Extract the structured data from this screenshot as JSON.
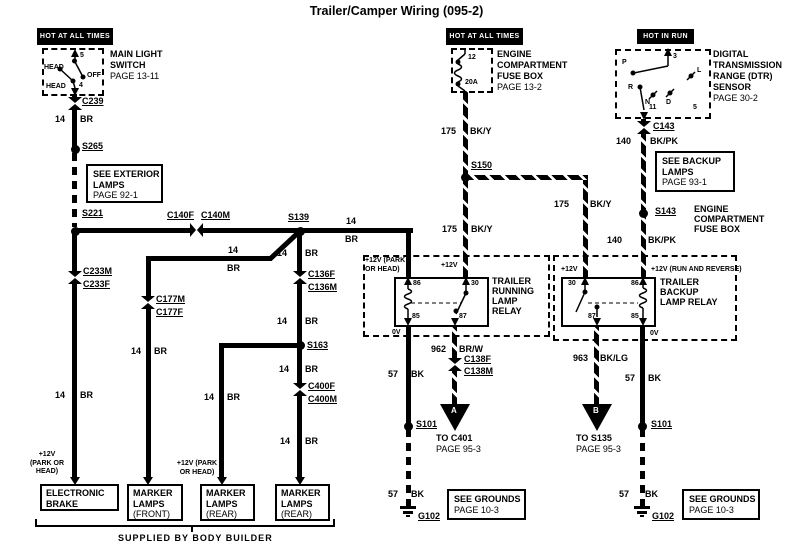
{
  "title": "Trailer/Camper Wiring (095-2)",
  "tags": {
    "left": "HOT AT ALL TIMES",
    "center": "HOT AT ALL TIMES",
    "right": "HOT IN RUN"
  },
  "switch": {
    "name1": "MAIN LIGHT",
    "name2": "SWITCH",
    "page": "PAGE 13-11",
    "head1": "HEAD",
    "head2": "HEAD",
    "off": "OFF",
    "t5": "5",
    "t4": "4"
  },
  "fusebox": {
    "name1": "ENGINE",
    "name2": "COMPARTMENT",
    "name3": "FUSE BOX",
    "page": "PAGE 13-2",
    "t12": "12",
    "rating": "20A"
  },
  "dtr": {
    "name1": "DIGITAL",
    "name2": "TRANSMISSION",
    "name3": "RANGE (DTR)",
    "name4": "SENSOR",
    "page": "PAGE 30-2",
    "p": "P",
    "r": "R",
    "n": "N",
    "d": "D",
    "l": "L",
    "t3": "3",
    "t11": "11",
    "t5": "5"
  },
  "relay_running": {
    "name1": "TRAILER",
    "name2": "RUNNING",
    "name3": "LAMP",
    "name4": "RELAY",
    "t86": "86",
    "t30": "30",
    "t85": "85",
    "t87": "87",
    "v12a1": "+12V (PARK",
    "v12a2": "OR HEAD)",
    "v12b": "+12V",
    "v0": "0V"
  },
  "relay_backup": {
    "name1": "TRAILER",
    "name2": "BACKUP",
    "name3": "LAMP RELAY",
    "t30": "30",
    "t86": "86",
    "t87": "87",
    "t85": "85",
    "v12a": "+12V",
    "v12b": "+12V (RUN AND REVERSE)",
    "v0": "0V"
  },
  "refs": {
    "ext1": "SEE EXTERIOR",
    "ext2": "LAMPS",
    "ext_page": "PAGE 92-1",
    "bkp1": "SEE BACKUP",
    "bkp2": "LAMPS",
    "bkp_page": "PAGE 93-1",
    "gnd": "SEE GROUNDS",
    "gnd_page": "PAGE 10-3",
    "efb1": "ENGINE",
    "efb2": "COMPARTMENT",
    "efb3": "FUSE BOX"
  },
  "boxes": {
    "brake1": "ELECTRONIC",
    "brake2": "BRAKE",
    "marker1": "MARKER",
    "marker2": "LAMPS",
    "front": "(FRONT)",
    "rear": "(REAR)"
  },
  "notes": {
    "v12_brake1": "+12V",
    "v12_brake2": "(PARK OR",
    "v12_brake3": "HEAD)",
    "v12_marker1": "+12V (PARK",
    "v12_marker2": "OR HEAD)",
    "supplied": "SUPPLIED BY BODY BUILDER"
  },
  "wires": {
    "w14": {
      "g": "14",
      "c": "BR"
    },
    "w175": {
      "g": "175",
      "c": "BK/Y"
    },
    "w140": {
      "g": "140",
      "c": "BK/PK"
    },
    "w57": {
      "g": "57",
      "c": "BK"
    },
    "w962": {
      "g": "962",
      "c": "BR/W"
    },
    "w963": {
      "g": "963",
      "c": "BK/LG"
    }
  },
  "splices": {
    "s265": "S265",
    "s221": "S221",
    "s139": "S139",
    "s163": "S163",
    "s150": "S150",
    "s143": "S143",
    "s101": "S101"
  },
  "connectors": {
    "c239": "C239",
    "c233m": "C233M",
    "c233f": "C233F",
    "c177m": "C177M",
    "c177f": "C177F",
    "c140f": "C140F",
    "c140m": "C140M",
    "c136f": "C136F",
    "c136m": "C136M",
    "c400f": "C400F",
    "c400m": "C400M",
    "c143": "C143",
    "c138f": "C138F",
    "c138m": "C138M"
  },
  "grounds": {
    "g102": "G102"
  },
  "dest": {
    "a": "A",
    "a_to": "TO C401",
    "a_page": "PAGE 95-3",
    "b": "B",
    "b_to": "TO S135",
    "b_page": "PAGE 95-3"
  },
  "colors": {
    "ink": "#000000",
    "paper": "#ffffff"
  }
}
